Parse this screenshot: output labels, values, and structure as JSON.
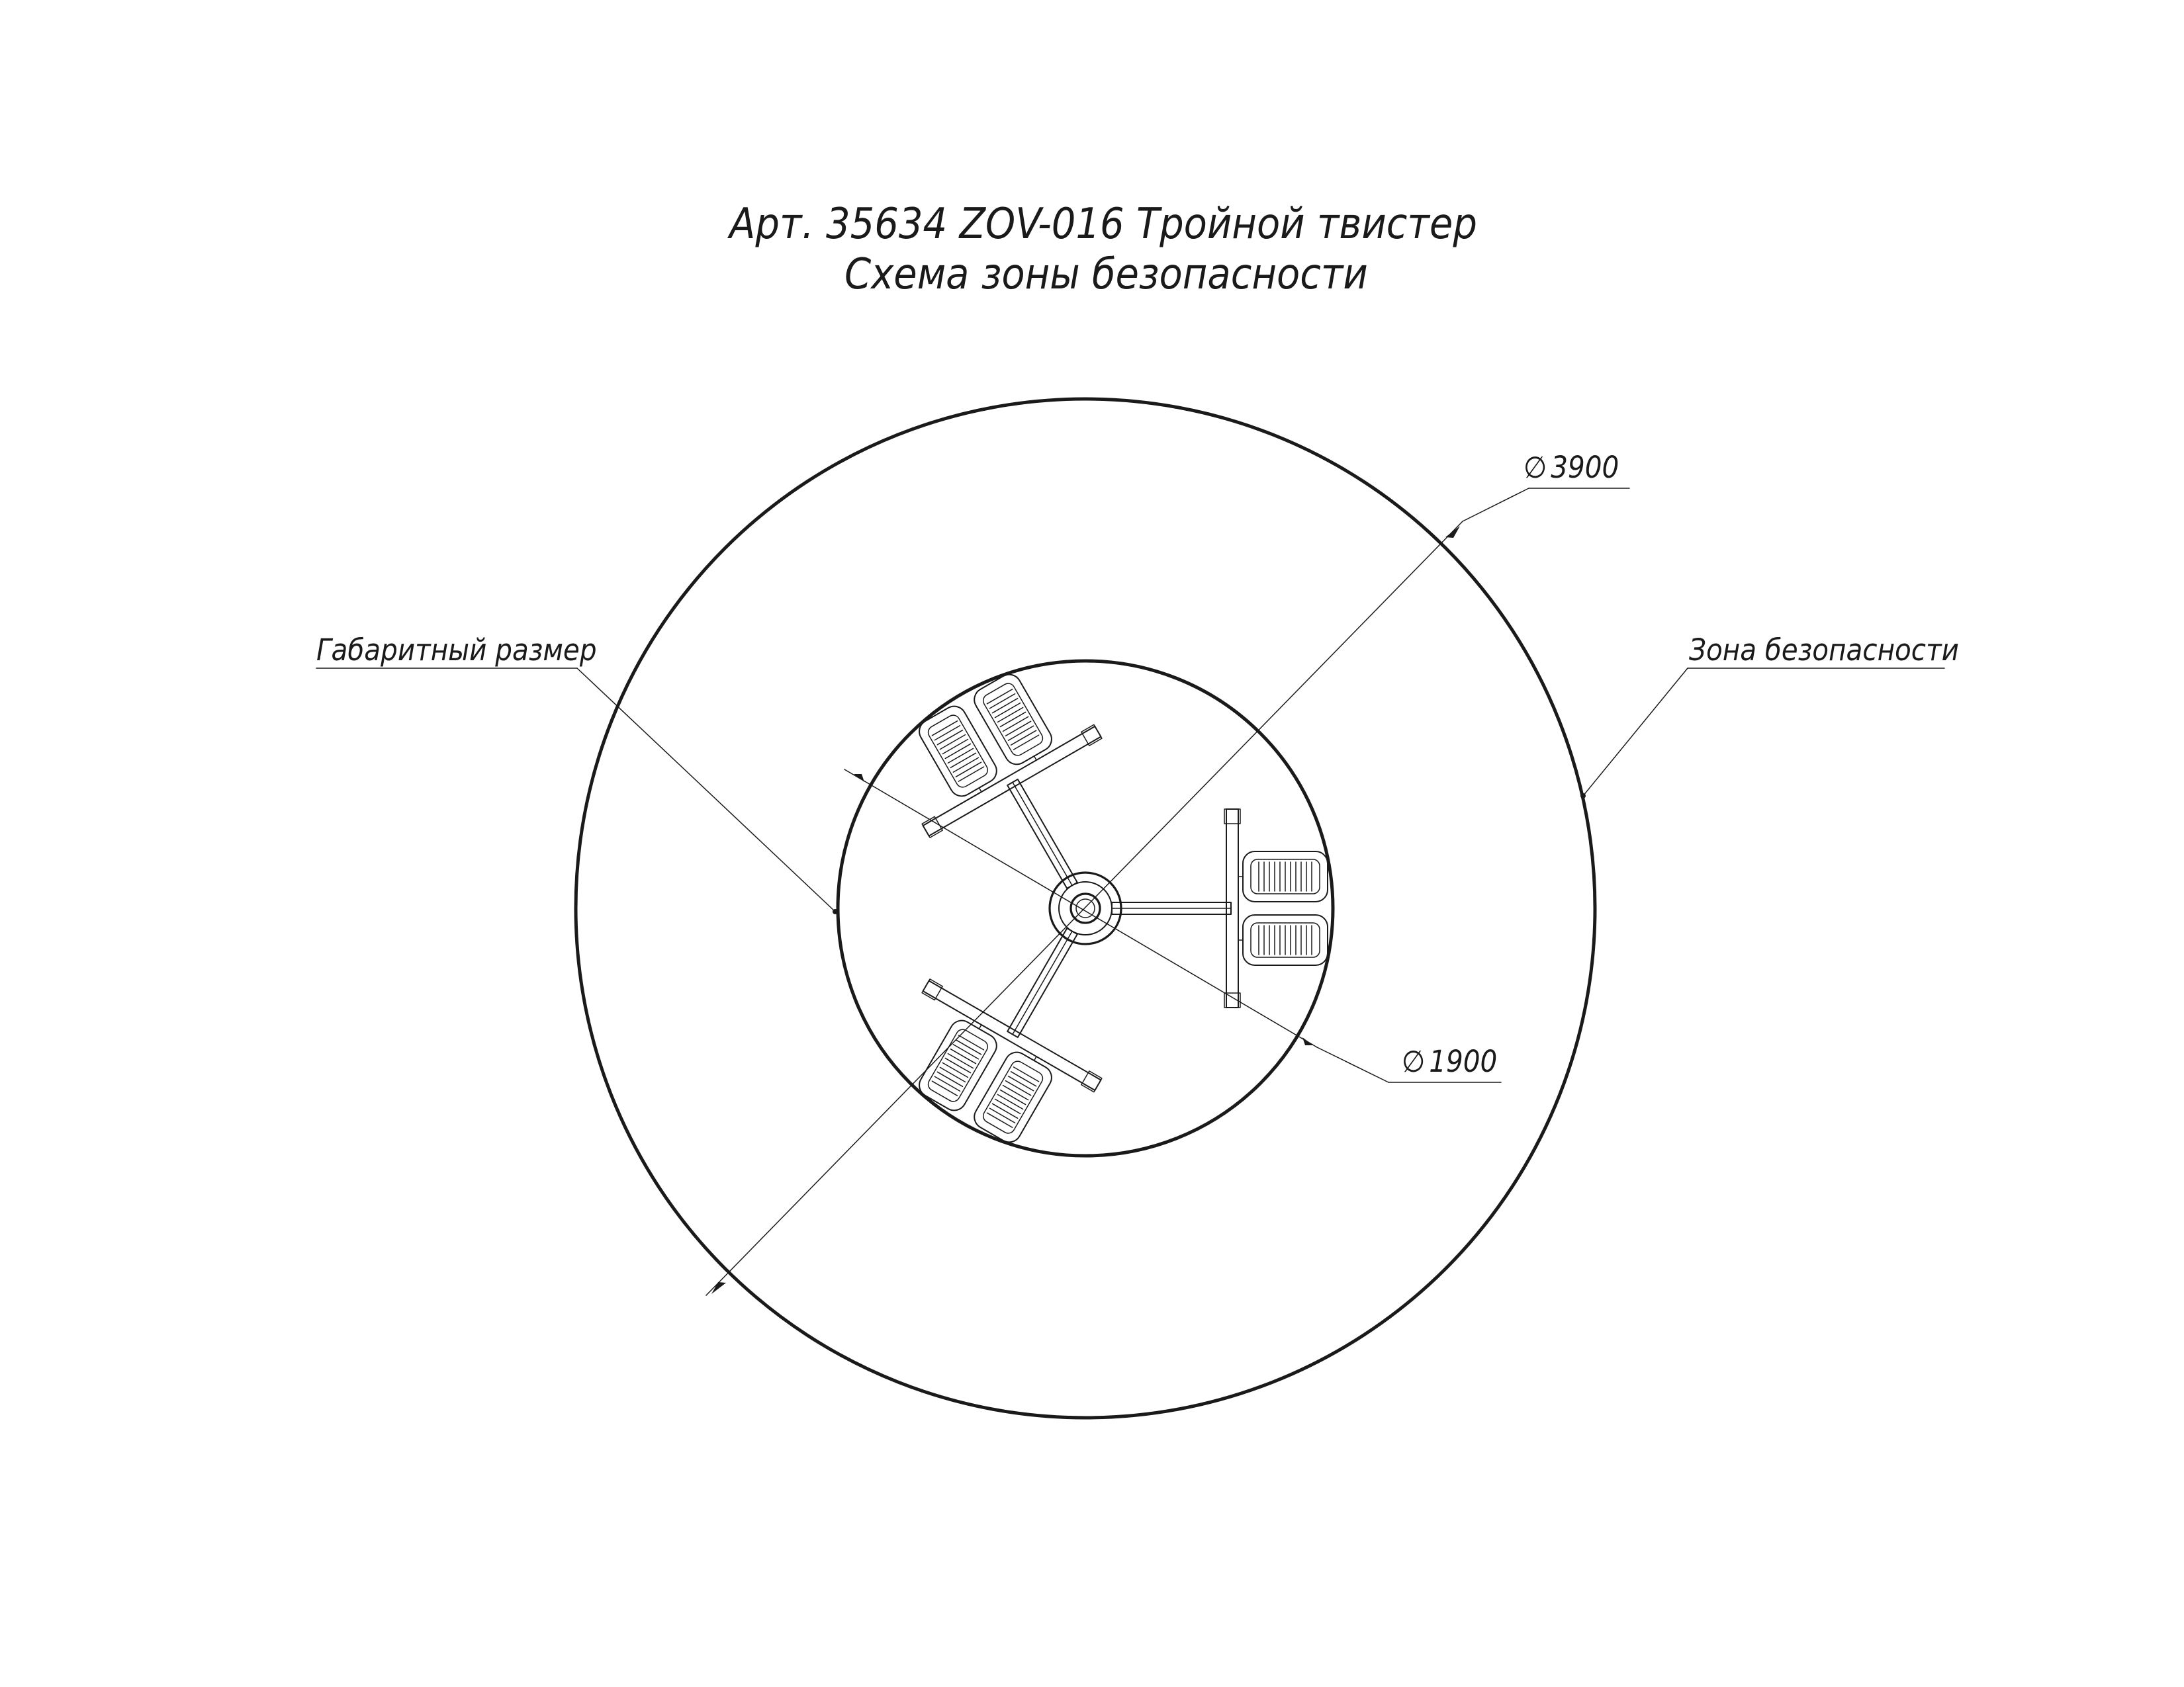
{
  "title": {
    "line1": "Арт. 35634 ZOV-016 Тройной твистер",
    "line2": "Схема зоны безопасности"
  },
  "labels": {
    "gabarit": "Габаритный размер",
    "zone": "Зона безопасности"
  },
  "dimensions": {
    "outer": "3900",
    "inner": "1900"
  },
  "diameter_symbol": "∅"
}
